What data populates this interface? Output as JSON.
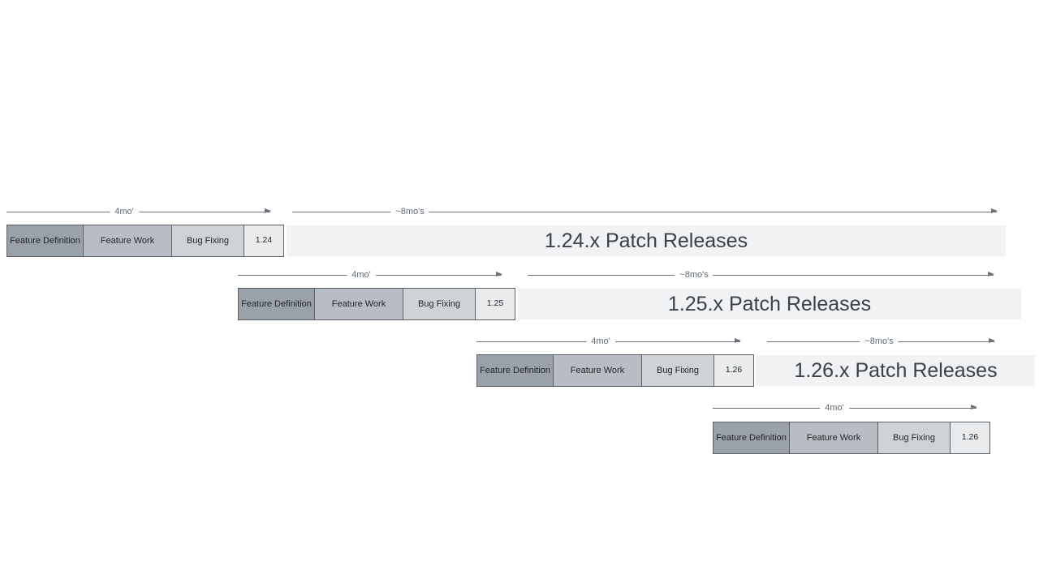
{
  "diagram": {
    "duration_labels": {
      "cycle": "4mo'",
      "patch": "~8mo's"
    },
    "phase_labels": [
      "Feature Definition",
      "Feature Work",
      "Bug Fixing"
    ],
    "rows": [
      {
        "version": "1.24",
        "patch_label": "1.24.x Patch Releases",
        "has_patch_band": true
      },
      {
        "version": "1.25",
        "patch_label": "1.25.x Patch Releases",
        "has_patch_band": true
      },
      {
        "version": "1.26",
        "patch_label": "1.26.x Patch Releases",
        "has_patch_band": true
      },
      {
        "version": "1.26",
        "has_patch_band": false
      }
    ],
    "colors": {
      "feature_definition_fill": "#9aa1a9",
      "feature_work_fill": "#b7bdc3",
      "bug_fixing_fill": "#ced3d7",
      "version_fill": "#e9ebec",
      "band_fill": "#f1f2f4",
      "box_border": "#5b6165",
      "box_text": "#22272b",
      "arrow": "#6b7178",
      "duration_text": "#5e6873",
      "patch_text": "#3b4147"
    }
  }
}
